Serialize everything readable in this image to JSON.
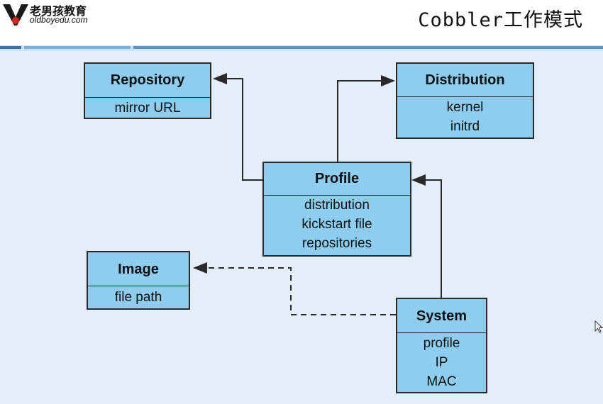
{
  "header": {
    "logo_cn": "老男孩教育",
    "logo_url": "oldboyedu.com",
    "title": "Cobbler工作模式"
  },
  "diagram": {
    "repository": {
      "name": "Repository",
      "fields": [
        "mirror URL"
      ]
    },
    "distribution": {
      "name": "Distribution",
      "fields": [
        "kernel",
        "initrd"
      ]
    },
    "profile": {
      "name": "Profile",
      "fields": [
        "distribution",
        "kickstart file",
        "repositories"
      ]
    },
    "image": {
      "name": "Image",
      "fields": [
        "file path"
      ]
    },
    "system": {
      "name": "System",
      "fields": [
        "profile",
        "IP",
        "MAC"
      ]
    }
  },
  "colors": {
    "box_fill": "#8ecdf0",
    "background": "#e4eff9",
    "line": "#2a2a2a"
  }
}
